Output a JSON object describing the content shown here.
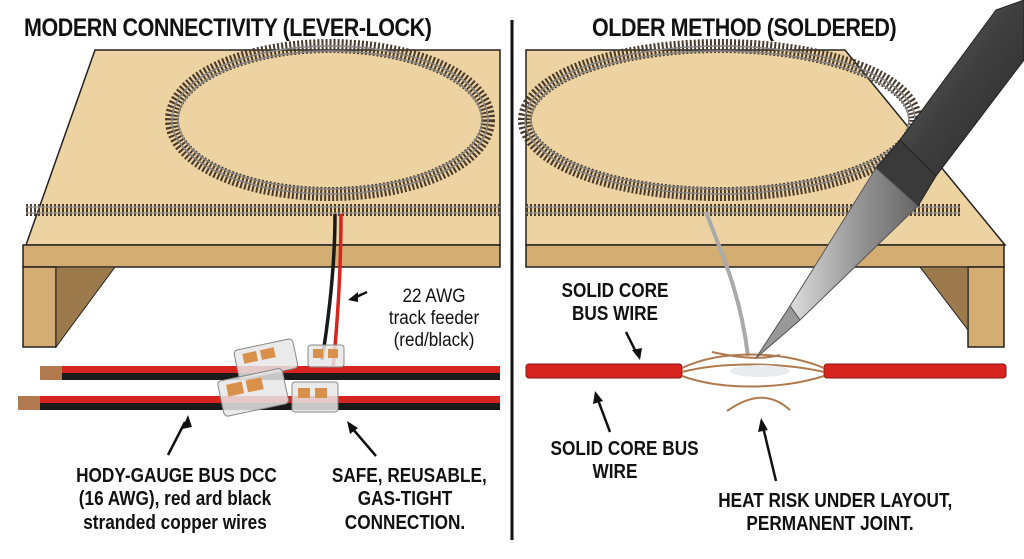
{
  "left_panel": {
    "title": "MODERN CONNECTIVITY (LEVER-LOCK)",
    "feeder_label": [
      "22 AWG",
      "track feeder",
      "(red/black)"
    ],
    "bus_label": [
      "HODY-GAUGE BUS DCC",
      "(16 AWG), red ard black",
      "stranded copper wires"
    ],
    "connection_label": [
      "SAFE, REUSABLE,",
      "GAS-TIGHT",
      "CONNECTION."
    ]
  },
  "right_panel": {
    "title": "OLDER METHOD (SOLDERED)",
    "top_wire_label": [
      "SOLID CORE",
      "BUS WIRE"
    ],
    "bottom_wire_label": [
      "SOLID CORE BUS",
      "WIRE"
    ],
    "joint_label": [
      "HEAT RISK UNDER LAYOUT,",
      "PERMANENT JOINT."
    ]
  },
  "colors": {
    "board_top": "#edd3a2",
    "board_edge": "#d4ad72",
    "board_shadow": "#9c7a4c",
    "wire_red": "#d8241f",
    "wire_black": "#1a1a1a",
    "copper": "#b07a4e",
    "connector_lever": "#d9904a",
    "iron_body": "#4a4a4a",
    "divider": "#111111"
  }
}
